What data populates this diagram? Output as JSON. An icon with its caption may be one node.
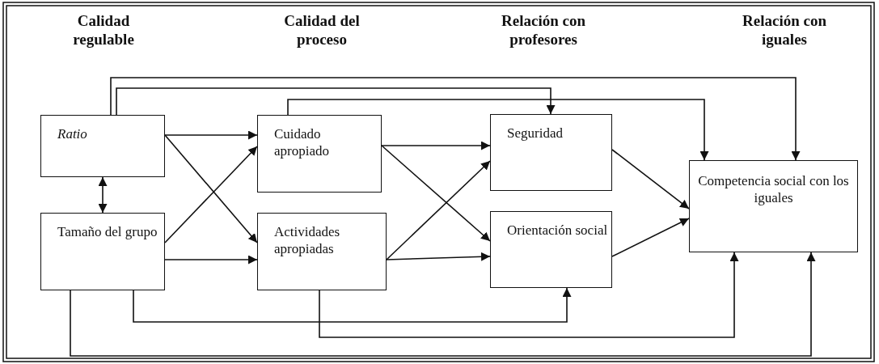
{
  "diagram": {
    "nodes": [
      {
        "text": [
          "Ratio"
        ]
      },
      {
        "text": [
          "Tamaño del grupo"
        ]
      },
      {
        "text": [
          "Cuidado apropiado"
        ]
      },
      {
        "text": [
          "Actividades apropiadas"
        ]
      },
      {
        "text": [
          "Seguridad"
        ]
      },
      {
        "text": [
          "Orientación social"
        ]
      },
      {
        "text": [
          "Competencia social con los iguales"
        ]
      }
    ],
    "edges": [
      {
        "from": 0,
        "to": 1,
        "arrow": "both"
      },
      {
        "from": 0,
        "to": 2,
        "arrow": "to"
      },
      {
        "from": 0,
        "to": 3,
        "arrow": "to"
      },
      {
        "from": 1,
        "to": 2,
        "arrow": "to"
      },
      {
        "from": 1,
        "to": 3,
        "arrow": "to"
      },
      {
        "from": 2,
        "to": 4,
        "arrow": "to"
      },
      {
        "from": 2,
        "to": 5,
        "arrow": "to"
      },
      {
        "from": 3,
        "to": 4,
        "arrow": "to"
      },
      {
        "from": 3,
        "to": 5,
        "arrow": "to"
      },
      {
        "from": 4,
        "to": 6,
        "arrow": "to"
      },
      {
        "from": 5,
        "to": 6,
        "arrow": "to"
      },
      {
        "from": 0,
        "to": 6,
        "arrow": "to"
      },
      {
        "from": 0,
        "to": 4,
        "arrow": "to"
      },
      {
        "from": 2,
        "to": 6,
        "arrow": "to"
      },
      {
        "from": 1,
        "to": 5,
        "arrow": "to"
      },
      {
        "from": 3,
        "to": 6,
        "arrow": "to"
      },
      {
        "from": 1,
        "to": 6,
        "arrow": "to"
      }
    ],
    "labels": [
      "Calidad regulable",
      "Calidad del proceso",
      "Relación con profesores",
      "Relación con iguales"
    ]
  }
}
